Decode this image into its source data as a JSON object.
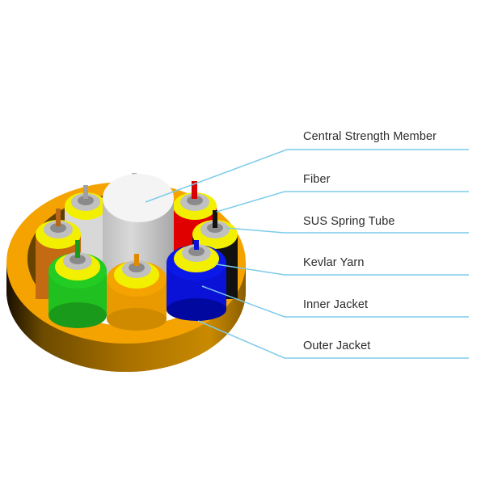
{
  "diagram": {
    "type": "cable-cross-section",
    "subject": "Fiber optic cable cross-section",
    "colors": {
      "outer_jacket": "#f5a300",
      "outer_jacket_side_dark": "#6b4a00",
      "leader_line": "#7ecbea",
      "central_member": "#f0f0f0",
      "kevlar_yarn": "#f2f000",
      "spring_tube": "#bfbfbf"
    },
    "subunits": [
      {
        "jacket_color": "#d8d8d8",
        "fiber_color": "#9a9a9a"
      },
      {
        "jacket_color": "#e8e8e8",
        "fiber_color": "#9a9a9a"
      },
      {
        "jacket_color": "#e00000",
        "fiber_color": "#d80000"
      },
      {
        "jacket_color": "#c46a12",
        "fiber_color": "#b8661a"
      },
      {
        "jacket_color": "#111111",
        "fiber_color": "#111111"
      },
      {
        "jacket_color": "#1fc01f",
        "fiber_color": "#1a9a1a"
      },
      {
        "jacket_color": "#f5a300",
        "fiber_color": "#e08a00"
      },
      {
        "jacket_color": "#0a12d8",
        "fiber_color": "#0a12d8"
      }
    ]
  },
  "labels": [
    {
      "id": "central-strength-member",
      "text": "Central Strength Member"
    },
    {
      "id": "fiber",
      "text": "Fiber"
    },
    {
      "id": "sus-spring-tube",
      "text": "SUS Spring Tube"
    },
    {
      "id": "kevlar-yarn",
      "text": "Kevlar Yarn"
    },
    {
      "id": "inner-jacket",
      "text": "Inner Jacket"
    },
    {
      "id": "outer-jacket",
      "text": "Outer Jacket"
    }
  ]
}
